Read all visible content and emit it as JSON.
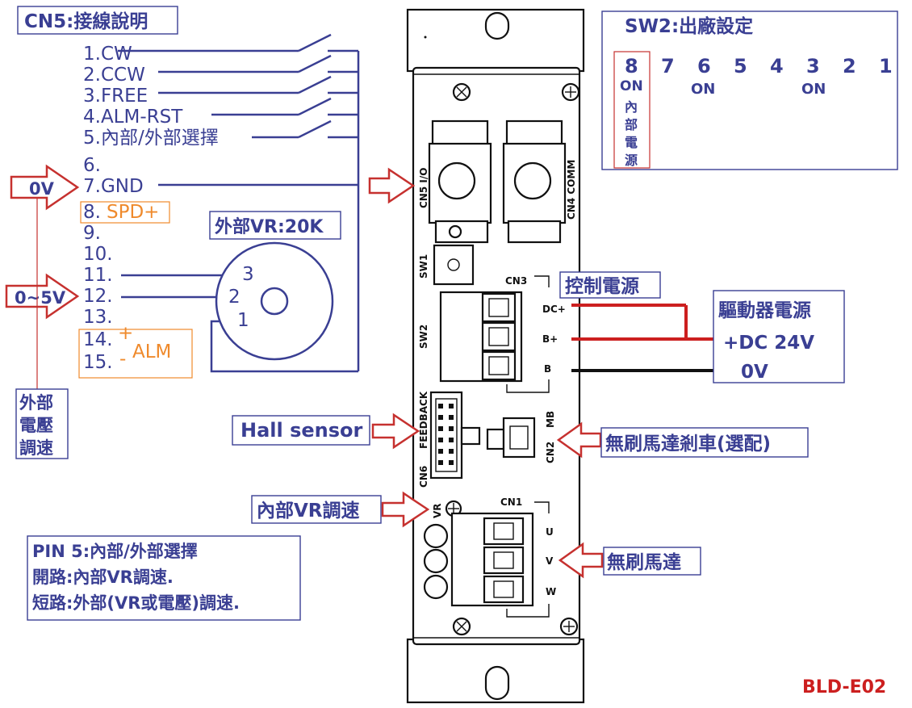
{
  "cn5": {
    "title": "CN5:接線說明",
    "pins": [
      "1.CW",
      "2.CCW",
      "3.FREE",
      "4.ALM-RST",
      "5.內部/外部選擇",
      "6.",
      "7.GND",
      "8.",
      "9.",
      "10.",
      "11.",
      "12.",
      "13.",
      "14.",
      "15."
    ],
    "spd_label": "SPD+",
    "alm_plus": "+",
    "alm_minus": "-",
    "alm_label": "ALM",
    "zero_v": "0V",
    "zero_five_v": "0~5V",
    "ext_voltage": [
      "外部",
      "電壓",
      "調速"
    ]
  },
  "vr": {
    "title": "外部VR:20K",
    "pin1": "1",
    "pin2": "2",
    "pin3": "3"
  },
  "sw2": {
    "title": "SW2:出廠設定",
    "switches": [
      "8",
      "7",
      "6",
      "5",
      "4",
      "3",
      "2",
      "1"
    ],
    "on_8": "ON",
    "on_6": "ON",
    "on_3": "ON",
    "internal_power": [
      "內",
      "部",
      "電",
      "源"
    ]
  },
  "power": {
    "control_label": "控制電源",
    "driver_label": "驅動器電源",
    "dc24": "+DC 24V",
    "zero_v": "0V"
  },
  "board": {
    "cn5_io": "CN5 I/O",
    "comm": "CN4 COMM",
    "sw1": "SW1",
    "sw2": "SW2",
    "cn3": "CN3",
    "dc_plus": "DC+",
    "b_plus": "B+",
    "b": "B",
    "feedback": "FEEDBACK",
    "cn6": "CN6",
    "mb": "MB",
    "cn2": "CN2",
    "vr": "VR",
    "cn1": "CN1",
    "u": "U",
    "v": "V",
    "w": "W"
  },
  "callouts": {
    "hall": "Hall sensor",
    "brake": "無刷馬達剎車(選配)",
    "internal_vr": "內部VR調速",
    "motor": "無刷馬達"
  },
  "pin5_note": {
    "line1": "PIN 5:內部/外部選擇",
    "line2": "開路:內部VR調速.",
    "line3": "短路:外部(VR或電壓)調速."
  },
  "model": "BLD-E02",
  "colors": {
    "ink": "#3a3f93",
    "orange": "#ef8a2c",
    "red": "#cc1f1f"
  }
}
